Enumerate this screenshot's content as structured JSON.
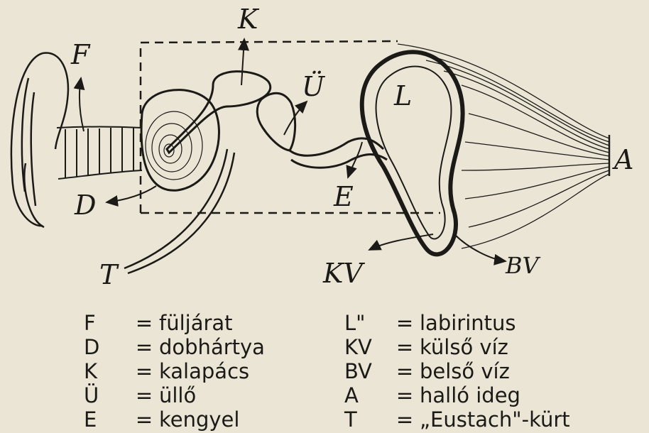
{
  "diagram": {
    "labels": {
      "F": "F",
      "K": "K",
      "U": "Ü",
      "L": "L",
      "D": "D",
      "E": "E",
      "A": "A",
      "T": "T",
      "KV": "KV",
      "BV": "BV"
    }
  },
  "legend": {
    "left": [
      {
        "key": "F",
        "eq": "=",
        "text": "füljárat"
      },
      {
        "key": "D",
        "eq": "=",
        "text": "dobhártya"
      },
      {
        "key": "K",
        "eq": "=",
        "text": "kalapács"
      },
      {
        "key": "Ü",
        "eq": "=",
        "text": "üllő"
      },
      {
        "key": "E",
        "eq": "=",
        "text": "kengyel"
      }
    ],
    "right": [
      {
        "key": "L\"",
        "eq": "=",
        "text": "labirintus"
      },
      {
        "key": "KV",
        "eq": "=",
        "text": "külső víz"
      },
      {
        "key": "BV",
        "eq": "=",
        "text": "belső víz"
      },
      {
        "key": "A",
        "eq": "=",
        "text": "halló ideg"
      },
      {
        "key": "T",
        "eq": "=",
        "text": "„Eustach\"-kürt"
      }
    ]
  }
}
